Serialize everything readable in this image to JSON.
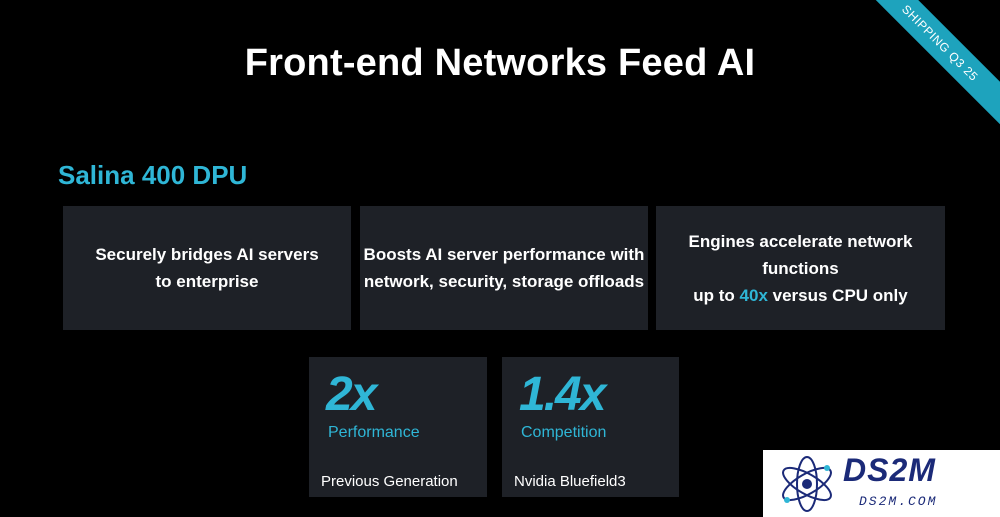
{
  "slide": {
    "title": "Front-end Networks Feed AI",
    "ribbon": "SHIPPING Q3 25",
    "section_title": "Salina 400 DPU",
    "colors": {
      "background": "#000000",
      "card": "#1e2127",
      "accent": "#2fb6d6",
      "ribbon": "#1ea3bd"
    }
  },
  "cards": [
    {
      "line1": "Securely bridges AI servers",
      "line2": "to enterprise"
    },
    {
      "line1": "Boosts AI server performance with",
      "line2": "network, security, storage offloads"
    },
    {
      "line1": "Engines accelerate network functions",
      "line2_pre": "up to ",
      "line2_hl": "40x",
      "line2_post": " versus CPU only"
    }
  ],
  "stats": [
    {
      "value": "2x",
      "label": "Performance",
      "reference": "Previous Generation"
    },
    {
      "value": "1.4x",
      "label": "Competition",
      "reference": "Nvidia Bluefield3"
    }
  ],
  "watermark": {
    "name": "DS2M",
    "subtitle": "DS2M.COM",
    "logo_icon": "atom-icon",
    "color": "#1b2a78"
  }
}
